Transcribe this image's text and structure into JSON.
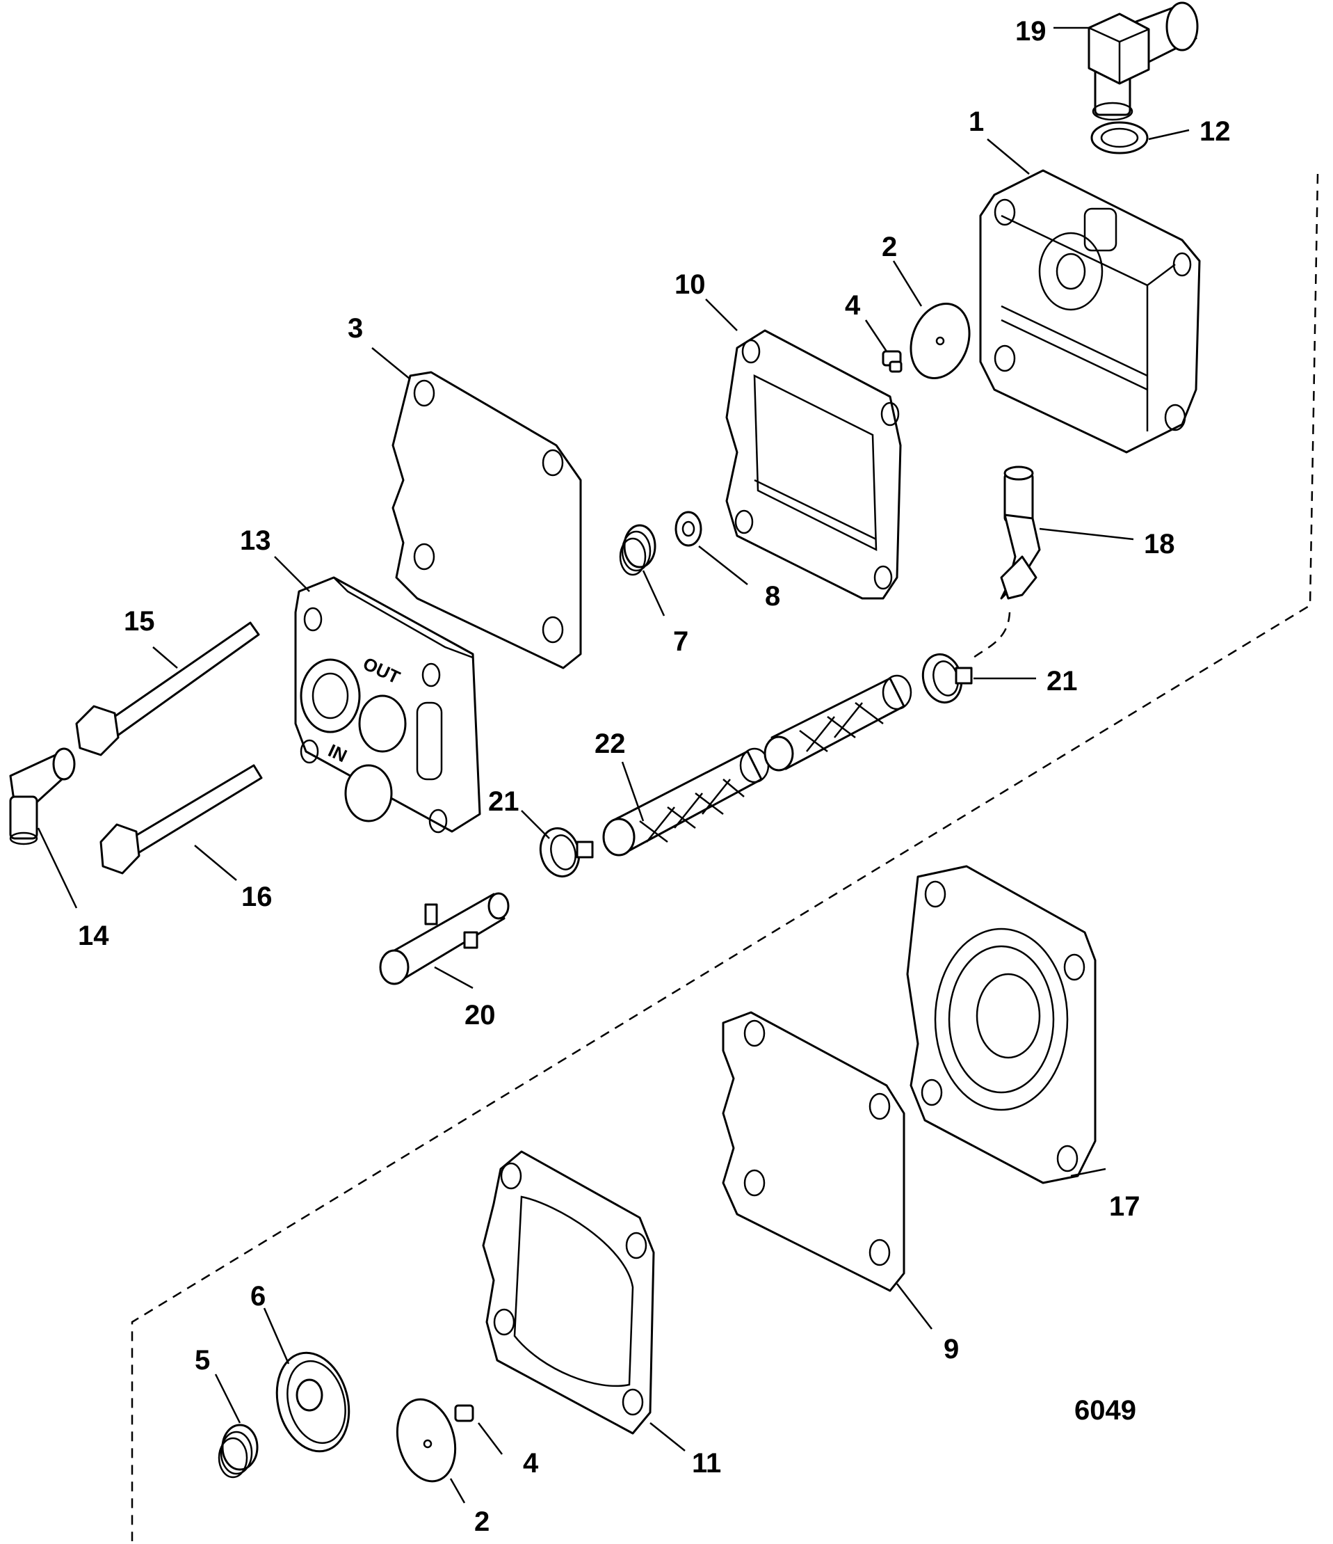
{
  "diagram": {
    "type": "exploded-parts-diagram",
    "figure_number": "6049",
    "embossed_text": {
      "out": "OUT",
      "in": "IN"
    },
    "callouts": [
      {
        "id": "c19",
        "label": "19",
        "part": "elbow-fitting-top"
      },
      {
        "id": "c12",
        "label": "12",
        "part": "sealing-washer"
      },
      {
        "id": "c1",
        "label": "1",
        "part": "pump-body"
      },
      {
        "id": "c2a",
        "label": "2",
        "part": "check-valve-disc-upper"
      },
      {
        "id": "c4a",
        "label": "4",
        "part": "retainer-upper"
      },
      {
        "id": "c10",
        "label": "10",
        "part": "gasket-upper"
      },
      {
        "id": "c3",
        "label": "3",
        "part": "diaphragm-upper"
      },
      {
        "id": "c13",
        "label": "13",
        "part": "pump-cover"
      },
      {
        "id": "c18",
        "label": "18",
        "part": "angled-fitting"
      },
      {
        "id": "c7",
        "label": "7",
        "part": "spring-upper"
      },
      {
        "id": "c8",
        "label": "8",
        "part": "cap-upper"
      },
      {
        "id": "c15",
        "label": "15",
        "part": "long-bolt"
      },
      {
        "id": "c21a",
        "label": "21",
        "part": "hose-clamp-right"
      },
      {
        "id": "c22",
        "label": "22",
        "part": "fuel-hose"
      },
      {
        "id": "c21b",
        "label": "21",
        "part": "hose-clamp-left"
      },
      {
        "id": "c14",
        "label": "14",
        "part": "elbow-fitting-left"
      },
      {
        "id": "c16",
        "label": "16",
        "part": "short-bolt"
      },
      {
        "id": "c20",
        "label": "20",
        "part": "tee-fitting"
      },
      {
        "id": "c17",
        "label": "17",
        "part": "pump-base"
      },
      {
        "id": "c9",
        "label": "9",
        "part": "diaphragm-lower"
      },
      {
        "id": "c6",
        "label": "6",
        "part": "cap-lower"
      },
      {
        "id": "c5",
        "label": "5",
        "part": "spring-lower"
      },
      {
        "id": "c4b",
        "label": "4",
        "part": "retainer-lower"
      },
      {
        "id": "c11",
        "label": "11",
        "part": "gasket-lower"
      },
      {
        "id": "c2b",
        "label": "2",
        "part": "check-valve-disc-lower"
      }
    ]
  }
}
